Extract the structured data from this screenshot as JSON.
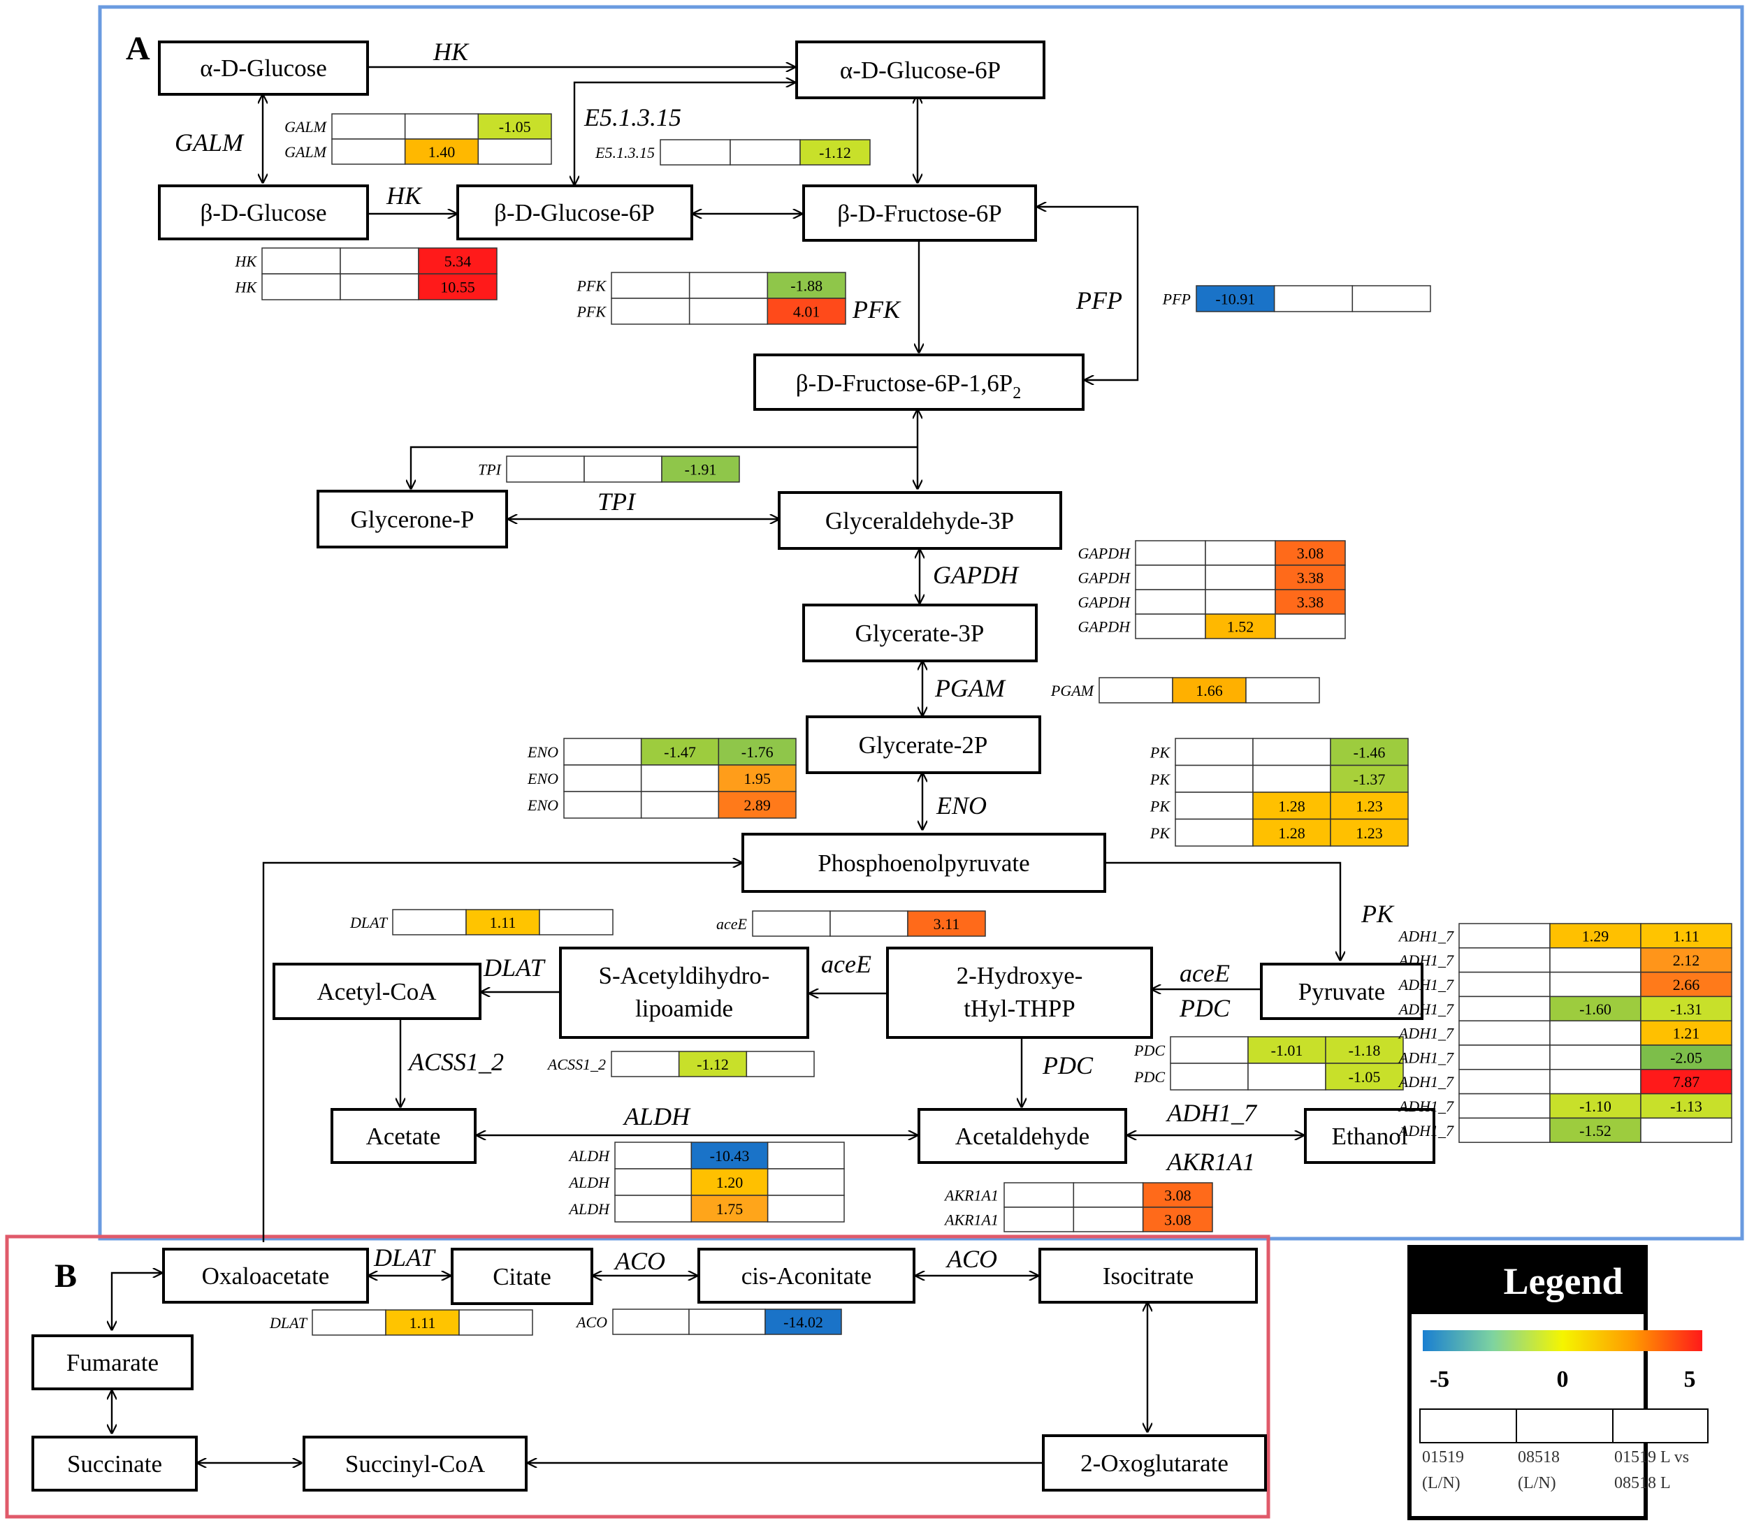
{
  "panels": {
    "a": "A",
    "b": "B"
  },
  "nodes": {
    "a_glucose": "α-D-Glucose",
    "a_glucose_6p": "α-D-Glucose-6P",
    "b_glucose": "β-D-Glucose",
    "b_glucose_6p": "β-D-Glucose-6P",
    "b_fructose_6p": "β-D-Fructose-6P",
    "b_fructose_bp": "β-D-Fructose-6P-1,6P",
    "b_fructose_bp_sub": "2",
    "glycerone_p": "Glycerone-P",
    "glyceraldehyde_3p": "Glyceraldehyde-3P",
    "glycerate_3p": "Glycerate-3P",
    "glycerate_2p": "Glycerate-2P",
    "pep": "Phosphoenolpyruvate",
    "pyruvate": "Pyruvate",
    "hethpp_1": "2-Hydroxye-",
    "hethpp_2": "tHyl-THPP",
    "sacetyl_1": "S-Acetyldihydro-",
    "sacetyl_2": "lipoamide",
    "acetyl_coa": "Acetyl-CoA",
    "acetate": "Acetate",
    "acetaldehyde": "Acetaldehyde",
    "ethanol": "Ethanol",
    "oxaloacetate": "Oxaloacetate",
    "citate": "Citate",
    "cis_aconitate": "cis-Aconitate",
    "isocitrate": "Isocitrate",
    "fumarate": "Fumarate",
    "succinate": "Succinate",
    "succinyl_coa": "Succinyl-CoA",
    "oxoglutarate": "2-Oxoglutarate"
  },
  "enzymes": {
    "hk_top": "HK",
    "e51315": "E5.1.3.15",
    "galm": "GALM",
    "hk_mid": "HK",
    "pfk": "PFK",
    "pfp": "PFP",
    "tpi": "TPI",
    "gapdh": "GAPDH",
    "pgam": "PGAM",
    "eno": "ENO",
    "pk": "PK",
    "acee_1": "aceE",
    "acee_2": "aceE",
    "pdc_1": "PDC",
    "pdc_2": "PDC",
    "dlat": "DLAT",
    "acss": "ACSS1_2",
    "aldh": "ALDH",
    "adh": "ADH1_7",
    "akr": "AKR1A1",
    "dlat_b": "DLAT",
    "aco_1": "ACO",
    "aco_2": "ACO"
  },
  "expression_tables": [
    {
      "id": "galm",
      "rows": [
        {
          "label": "GALM",
          "cells": [
            "",
            "",
            "-1.05"
          ],
          "colors": [
            "",
            "",
            "#c8e02a"
          ]
        },
        {
          "label": "GALM",
          "cells": [
            "",
            "1.40",
            ""
          ],
          "colors": [
            "",
            "#ffb800",
            ""
          ]
        }
      ]
    },
    {
      "id": "e51315",
      "rows": [
        {
          "label": "E5.1.3.15",
          "cells": [
            "",
            "",
            "-1.12"
          ],
          "colors": [
            "",
            "",
            "#c8e02a"
          ]
        }
      ]
    },
    {
      "id": "hk",
      "rows": [
        {
          "label": "HK",
          "cells": [
            "",
            "",
            "5.34"
          ],
          "colors": [
            "",
            "",
            "#ff1a1a"
          ]
        },
        {
          "label": "HK",
          "cells": [
            "",
            "",
            "10.55"
          ],
          "colors": [
            "",
            "",
            "#ff1a1a"
          ]
        }
      ]
    },
    {
      "id": "pfk",
      "rows": [
        {
          "label": "PFK",
          "cells": [
            "",
            "",
            "-1.88"
          ],
          "colors": [
            "",
            "",
            "#8fc64a"
          ]
        },
        {
          "label": "PFK",
          "cells": [
            "",
            "",
            "4.01"
          ],
          "colors": [
            "",
            "",
            "#ff4a1a"
          ]
        }
      ]
    },
    {
      "id": "pfp",
      "rows": [
        {
          "label": "PFP",
          "cells": [
            "-10.91",
            "",
            ""
          ],
          "colors": [
            "#1a73c8",
            "",
            ""
          ]
        }
      ]
    },
    {
      "id": "tpi",
      "rows": [
        {
          "label": "TPI",
          "cells": [
            "",
            "",
            "-1.91"
          ],
          "colors": [
            "",
            "",
            "#8fc64a"
          ]
        }
      ]
    },
    {
      "id": "gapdh",
      "rows": [
        {
          "label": "GAPDH",
          "cells": [
            "",
            "",
            "3.08"
          ],
          "colors": [
            "",
            "",
            "#ff6a1a"
          ]
        },
        {
          "label": "GAPDH",
          "cells": [
            "",
            "",
            "3.38"
          ],
          "colors": [
            "",
            "",
            "#ff6a1a"
          ]
        },
        {
          "label": "GAPDH",
          "cells": [
            "",
            "",
            "3.38"
          ],
          "colors": [
            "",
            "",
            "#ff6a1a"
          ]
        },
        {
          "label": "GAPDH",
          "cells": [
            "",
            "1.52",
            ""
          ],
          "colors": [
            "",
            "#ffb800",
            ""
          ]
        }
      ]
    },
    {
      "id": "pgam",
      "rows": [
        {
          "label": "PGAM",
          "cells": [
            "",
            "1.66",
            ""
          ],
          "colors": [
            "",
            "#ffb000",
            ""
          ]
        }
      ]
    },
    {
      "id": "eno",
      "rows": [
        {
          "label": "ENO",
          "cells": [
            "",
            "-1.47",
            "-1.76"
          ],
          "colors": [
            "",
            "#9dcc3e",
            "#8fc64a"
          ]
        },
        {
          "label": "ENO",
          "cells": [
            "",
            "",
            "1.95"
          ],
          "colors": [
            "",
            "",
            "#ff9d1a"
          ]
        },
        {
          "label": "ENO",
          "cells": [
            "",
            "",
            "2.89"
          ],
          "colors": [
            "",
            "",
            "#ff7a1a"
          ]
        }
      ]
    },
    {
      "id": "pk",
      "rows": [
        {
          "label": "PK",
          "cells": [
            "",
            "",
            "-1.46"
          ],
          "colors": [
            "",
            "",
            "#9dcc3e"
          ]
        },
        {
          "label": "PK",
          "cells": [
            "",
            "",
            "-1.37"
          ],
          "colors": [
            "",
            "",
            "#a8d03a"
          ]
        },
        {
          "label": "PK",
          "cells": [
            "",
            "1.28",
            "1.23"
          ],
          "colors": [
            "",
            "#ffc000",
            "#ffc000"
          ]
        },
        {
          "label": "PK",
          "cells": [
            "",
            "1.28",
            "1.23"
          ],
          "colors": [
            "",
            "#ffc000",
            "#ffc000"
          ]
        }
      ]
    },
    {
      "id": "dlat",
      "rows": [
        {
          "label": "DLAT",
          "cells": [
            "",
            "1.11",
            ""
          ],
          "colors": [
            "",
            "#ffc400",
            ""
          ]
        }
      ]
    },
    {
      "id": "acee",
      "rows": [
        {
          "label": "aceE",
          "cells": [
            "",
            "",
            "3.11"
          ],
          "colors": [
            "",
            "",
            "#ff6a1a"
          ]
        }
      ]
    },
    {
      "id": "acss",
      "rows": [
        {
          "label": "ACSS1_2",
          "cells": [
            "",
            "-1.12",
            ""
          ],
          "colors": [
            "",
            "#c8e02a",
            ""
          ]
        }
      ]
    },
    {
      "id": "pdc",
      "rows": [
        {
          "label": "PDC",
          "cells": [
            "",
            "-1.01",
            "-1.18"
          ],
          "colors": [
            "",
            "#c8e02a",
            "#c8e02a"
          ]
        },
        {
          "label": "PDC",
          "cells": [
            "",
            "",
            "-1.05"
          ],
          "colors": [
            "",
            "",
            "#c8e02a"
          ]
        }
      ]
    },
    {
      "id": "aldh",
      "rows": [
        {
          "label": "ALDH",
          "cells": [
            "",
            "-10.43",
            ""
          ],
          "colors": [
            "",
            "#1a73c8",
            ""
          ]
        },
        {
          "label": "ALDH",
          "cells": [
            "",
            "1.20",
            ""
          ],
          "colors": [
            "",
            "#ffc000",
            ""
          ]
        },
        {
          "label": "ALDH",
          "cells": [
            "",
            "1.75",
            ""
          ],
          "colors": [
            "",
            "#ffa51a",
            ""
          ]
        }
      ]
    },
    {
      "id": "akr",
      "rows": [
        {
          "label": "AKR1A1",
          "cells": [
            "",
            "",
            "3.08"
          ],
          "colors": [
            "",
            "",
            "#ff6a1a"
          ]
        },
        {
          "label": "AKR1A1",
          "cells": [
            "",
            "",
            "3.08"
          ],
          "colors": [
            "",
            "",
            "#ff6a1a"
          ]
        }
      ]
    },
    {
      "id": "adh",
      "rows": [
        {
          "label": "ADH1_7",
          "cells": [
            "",
            "1.29",
            "1.11"
          ],
          "colors": [
            "",
            "#ffc000",
            "#ffc400"
          ]
        },
        {
          "label": "ADH1_7",
          "cells": [
            "",
            "",
            "2.12"
          ],
          "colors": [
            "",
            "",
            "#ff951a"
          ]
        },
        {
          "label": "ADH1_7",
          "cells": [
            "",
            "",
            "2.66"
          ],
          "colors": [
            "",
            "",
            "#ff7a1a"
          ]
        },
        {
          "label": "ADH1_7",
          "cells": [
            "",
            "-1.60",
            "-1.31"
          ],
          "colors": [
            "",
            "#9dcc3e",
            "#c8e02a"
          ]
        },
        {
          "label": "ADH1_7",
          "cells": [
            "",
            "",
            "1.21"
          ],
          "colors": [
            "",
            "",
            "#ffc000"
          ]
        },
        {
          "label": "ADH1_7",
          "cells": [
            "",
            "",
            "-2.05"
          ],
          "colors": [
            "",
            "",
            "#7dbe4a"
          ]
        },
        {
          "label": "ADH1_7",
          "cells": [
            "",
            "",
            "7.87"
          ],
          "colors": [
            "",
            "",
            "#ff1a1a"
          ]
        },
        {
          "label": "ADH1_7",
          "cells": [
            "",
            "-1.10",
            "-1.13"
          ],
          "colors": [
            "",
            "#c8e02a",
            "#c8e02a"
          ]
        },
        {
          "label": "ADH1_7",
          "cells": [
            "",
            "-1.52",
            ""
          ],
          "colors": [
            "",
            "#9dcc3e",
            ""
          ]
        }
      ]
    },
    {
      "id": "dlat_b",
      "rows": [
        {
          "label": "DLAT",
          "cells": [
            "",
            "1.11",
            ""
          ],
          "colors": [
            "",
            "#ffc400",
            ""
          ]
        }
      ]
    },
    {
      "id": "aco",
      "rows": [
        {
          "label": "ACO",
          "cells": [
            "",
            "",
            "-14.02"
          ],
          "colors": [
            "",
            "",
            "#1a73c8"
          ]
        }
      ]
    }
  ],
  "legend": {
    "title": "Legend",
    "min": "-5",
    "mid": "0",
    "max": "5",
    "gradient": [
      "#1a7fd1",
      "#7ed3a0",
      "#f5f500",
      "#ff9a00",
      "#ff1a1a"
    ],
    "columns": [
      {
        "line1": "01519",
        "line2": "(L/N)"
      },
      {
        "line1": "08518",
        "line2": "(L/N)"
      },
      {
        "line1": "01519 L vs",
        "line2": "08518 L"
      }
    ]
  },
  "colors": {
    "panel_a_border": "#6a9be0",
    "panel_b_border": "#e05a6a"
  }
}
